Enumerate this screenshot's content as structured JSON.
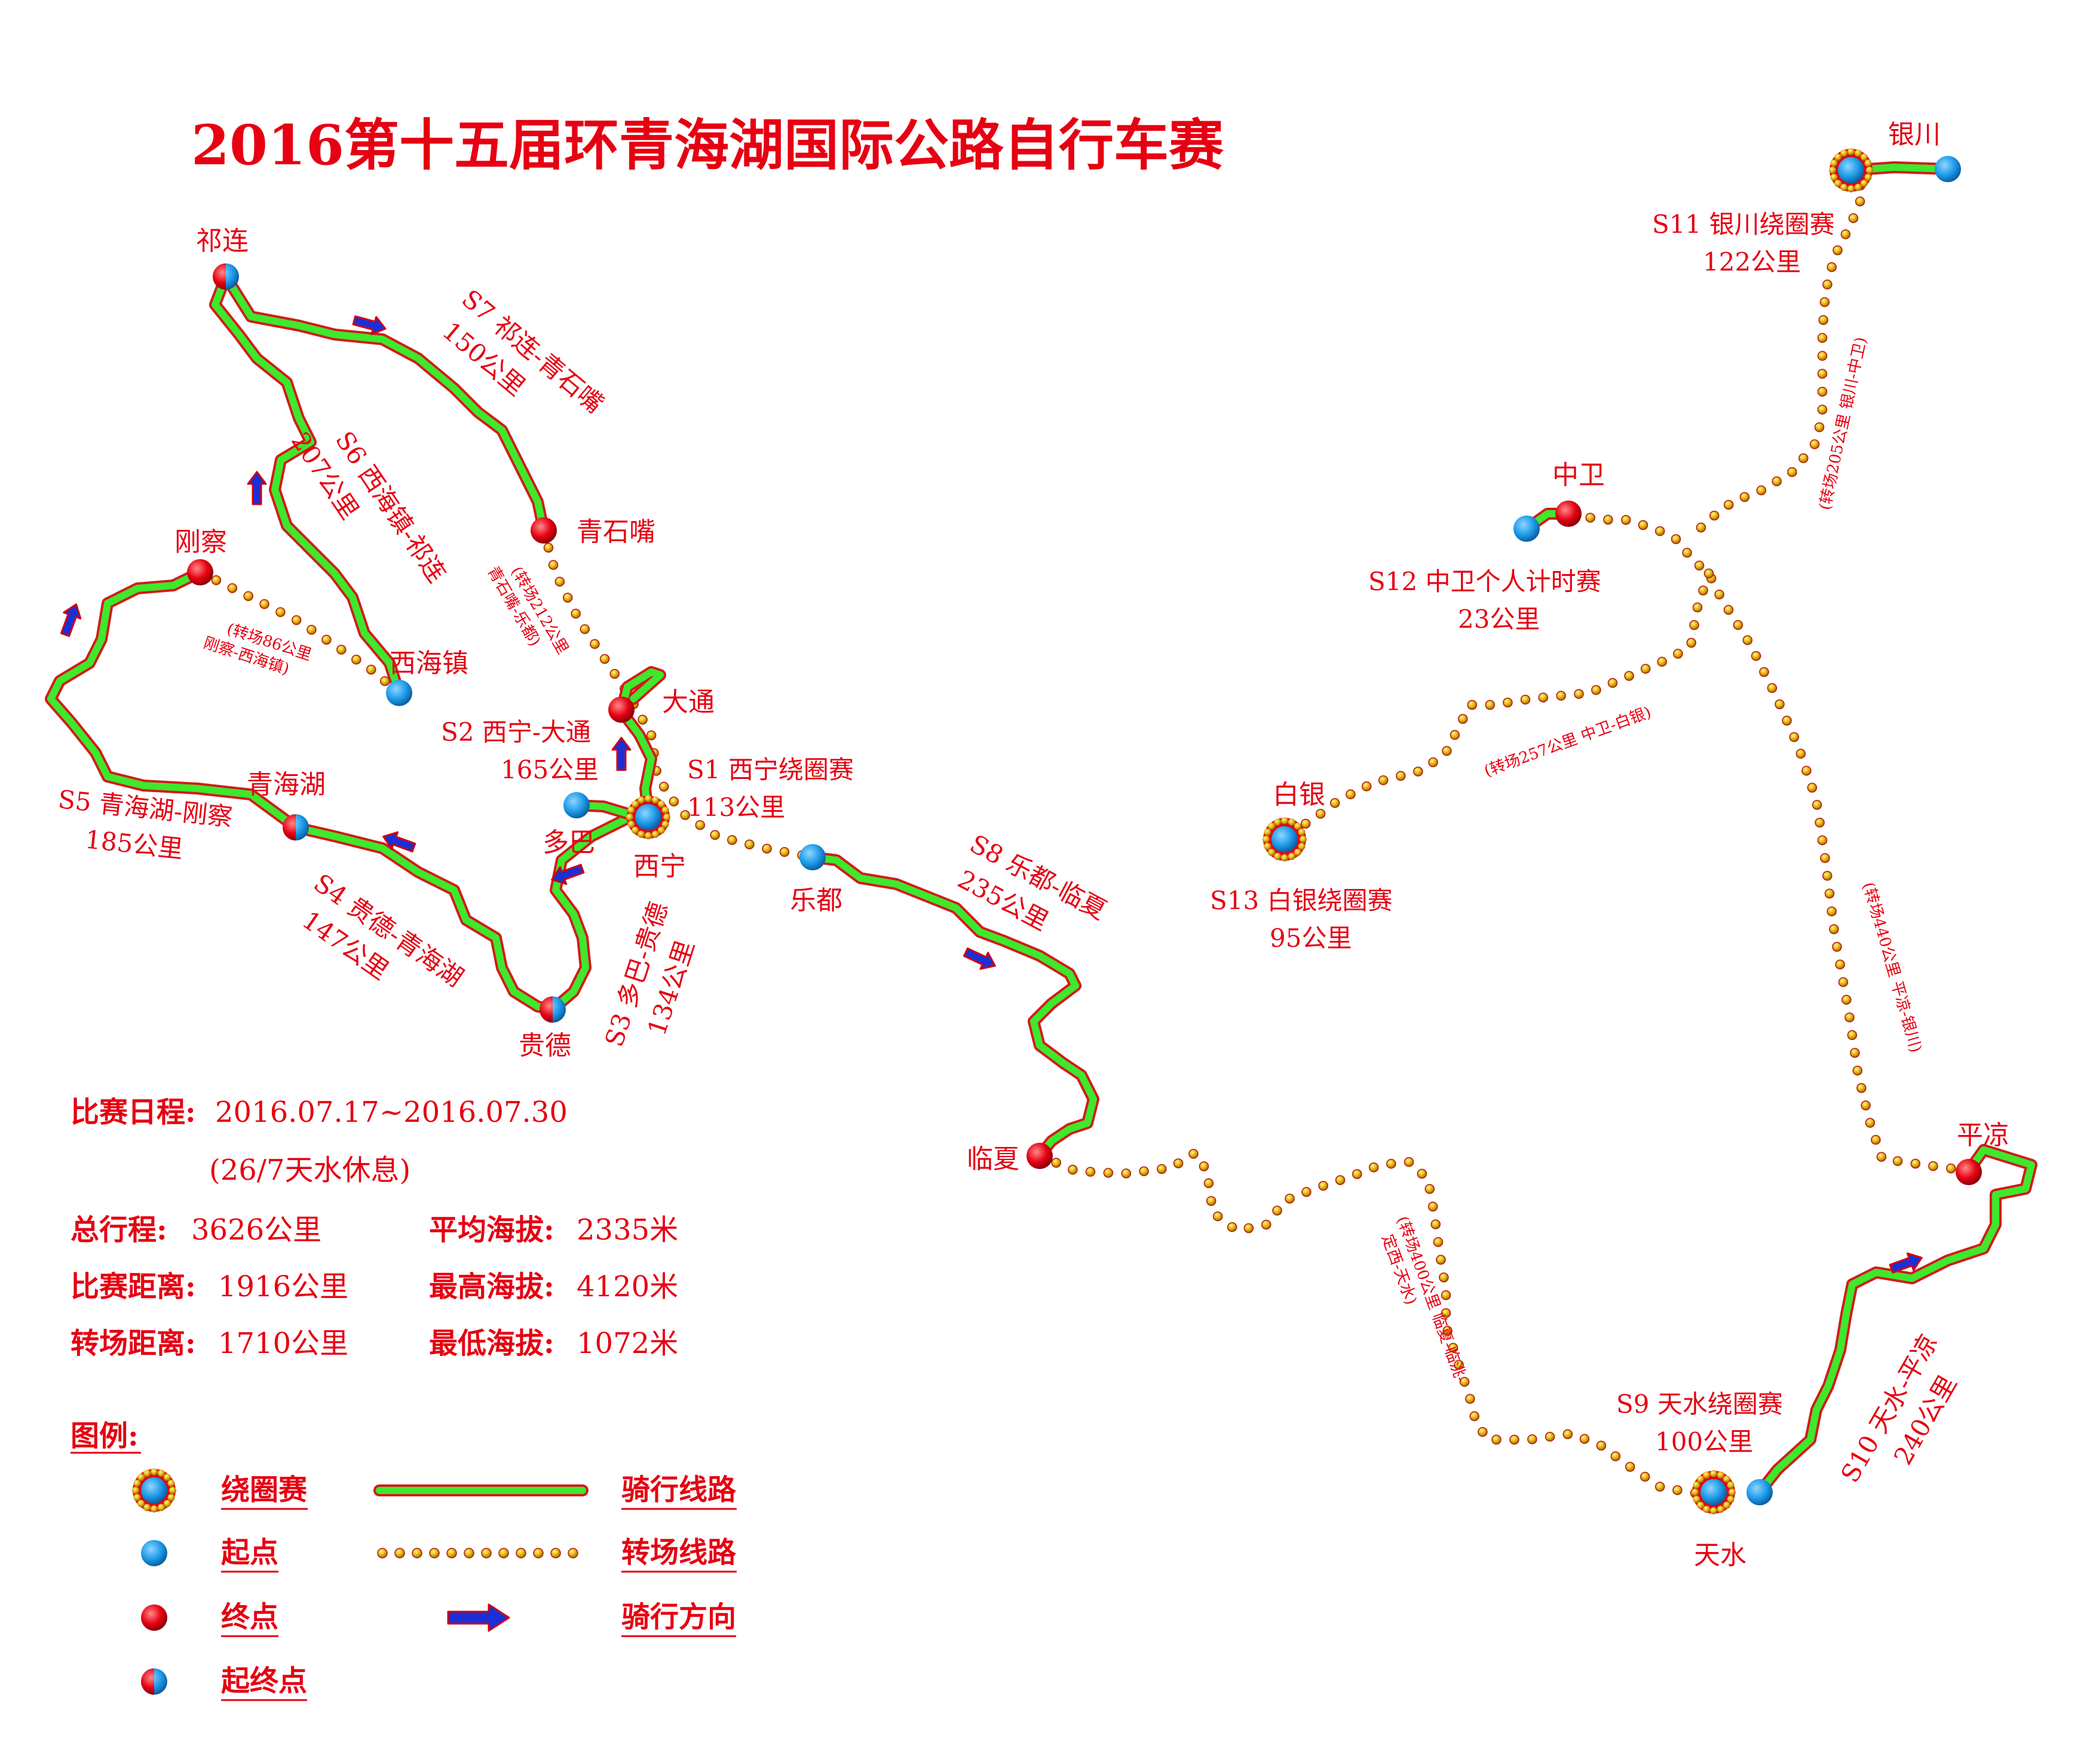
{
  "title": "2016第十五届环青海湖国际公路自行车赛",
  "colors": {
    "text": "#e60012",
    "route_fill": "#3ee82d",
    "route_edge": "#d21b1b",
    "start": "#1e9be8",
    "end": "#e60012",
    "transfer_dot": "#e6b10c",
    "arrow": "#1a2fd6"
  },
  "cities": {
    "qilian": "祁连",
    "qingshizui": "青石嘴",
    "gangcha": "刚察",
    "xihaizhen": "西海镇",
    "datong": "大通",
    "qinghaihu": "青海湖",
    "xining": "西宁",
    "duoba": "多巴",
    "ledu": "乐都",
    "guide": "贵德",
    "linxia": "临夏",
    "yinchuan": "银川",
    "zhongwei": "中卫",
    "baiyin": "白银",
    "pingliang": "平凉",
    "tianshui": "天水"
  },
  "stages": {
    "s1": {
      "name": "S1 西宁绕圈赛",
      "dist": "113公里"
    },
    "s2": {
      "name": "S2 西宁-大通",
      "dist": "165公里"
    },
    "s3": {
      "name": "S3 多巴-贵德",
      "dist": "134公里"
    },
    "s4": {
      "name": "S4 贵德-青海湖",
      "dist": "147公里"
    },
    "s5": {
      "name": "S5 青海湖-刚察",
      "dist": "185公里"
    },
    "s6": {
      "name": "S6 西海镇-祁连",
      "dist": "207公里"
    },
    "s7": {
      "name": "S7 祁连-青石嘴",
      "dist": "150公里"
    },
    "s8": {
      "name": "S8 乐都-临夏",
      "dist": "235公里"
    },
    "s9": {
      "name": "S9 天水绕圈赛",
      "dist": "100公里"
    },
    "s10": {
      "name": "S10 天水-平凉",
      "dist": "240公里"
    },
    "s11": {
      "name": "S11 银川绕圈赛",
      "dist": "122公里"
    },
    "s12": {
      "name": "S12 中卫个人计时赛",
      "dist": "23公里"
    },
    "s13": {
      "name": "S13 白银绕圈赛",
      "dist": "95公里"
    }
  },
  "transfers": {
    "qingshizui_ledu_a": "(转场212公里",
    "qingshizui_ledu_b": "青石嘴-乐都)",
    "gangcha_xihai_a": "(转场86公里",
    "gangcha_xihai_b": "刚察-西海镇)",
    "linxia_tianshui_a": "(转场400公里 临夏-临洮-",
    "linxia_tianshui_b": "定西-天水)",
    "pingliang_yinchuan": "(转场440公里 平凉-银川)",
    "yinchuan_zhongwei": "(转场205公里 银川-中卫)",
    "zhongwei_baiyin": "(转场257公里 中卫-白银)"
  },
  "info": {
    "schedule_label": "比赛日程:",
    "schedule_value": "2016.07.17~2016.07.30",
    "rest_note": "(26/7天水休息)",
    "total_label": "总行程:",
    "total_value": "3626公里",
    "race_label": "比赛距离:",
    "race_value": "1916公里",
    "transfer_label": "转场距离:",
    "transfer_value": "1710公里",
    "avg_alt_label": "平均海拔:",
    "avg_alt_value": "2335米",
    "max_alt_label": "最高海拔:",
    "max_alt_value": "4120米",
    "min_alt_label": "最低海拔:",
    "min_alt_value": "1072米"
  },
  "legend": {
    "title": "图例:",
    "circuit": "绕圈赛",
    "start": "起点",
    "end": "终点",
    "start_end": "起终点",
    "riding_route": "骑行线路",
    "transfer_route": "转场线路",
    "riding_direction": "骑行方向"
  }
}
